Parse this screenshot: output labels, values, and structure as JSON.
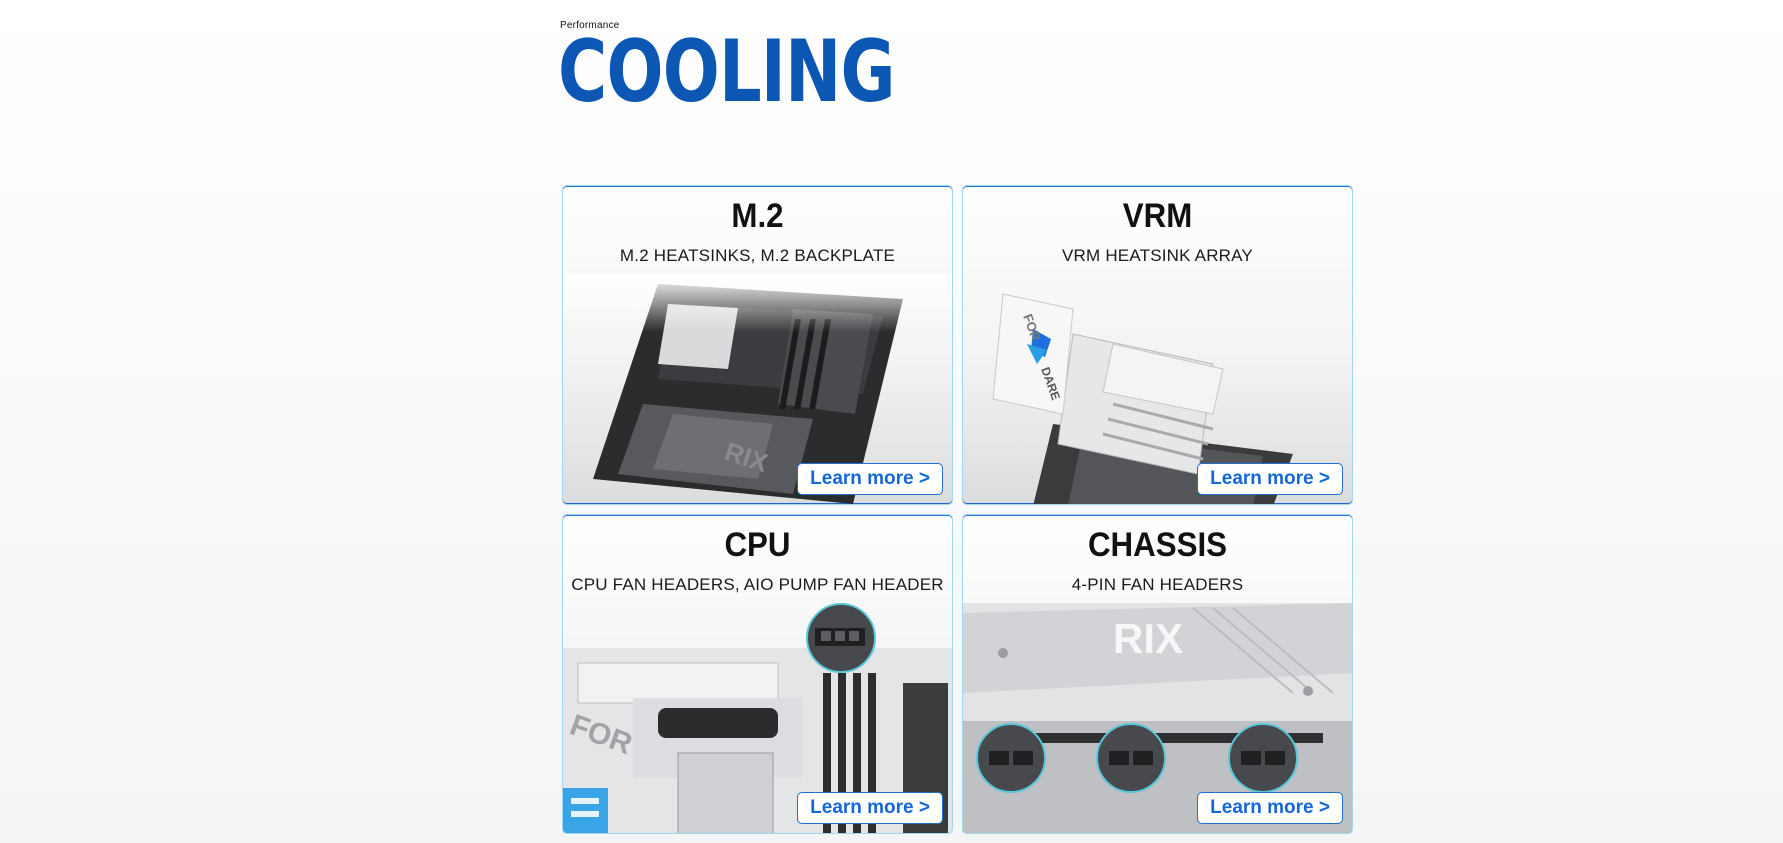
{
  "header": {
    "eyebrow": "Performance",
    "title": "COOLING"
  },
  "colors": {
    "accent_blue": "#0b57b3",
    "link_blue": "#1468d8",
    "card_border": "#9fd8ee"
  },
  "cards": [
    {
      "title": "M.2",
      "subtitle": "M.2 HEATSINKS, M.2 BACKPLATE",
      "button_label": "Learn more >"
    },
    {
      "title": "VRM",
      "subtitle": "VRM HEATSINK ARRAY",
      "button_label": "Learn more >"
    },
    {
      "title": "CPU",
      "subtitle": "CPU FAN HEADERS, AIO PUMP FAN HEADER",
      "button_label": "Learn more >"
    },
    {
      "title": "CHASSIS",
      "subtitle": "4-PIN FAN HEADERS",
      "button_label": "Learn more >"
    }
  ]
}
